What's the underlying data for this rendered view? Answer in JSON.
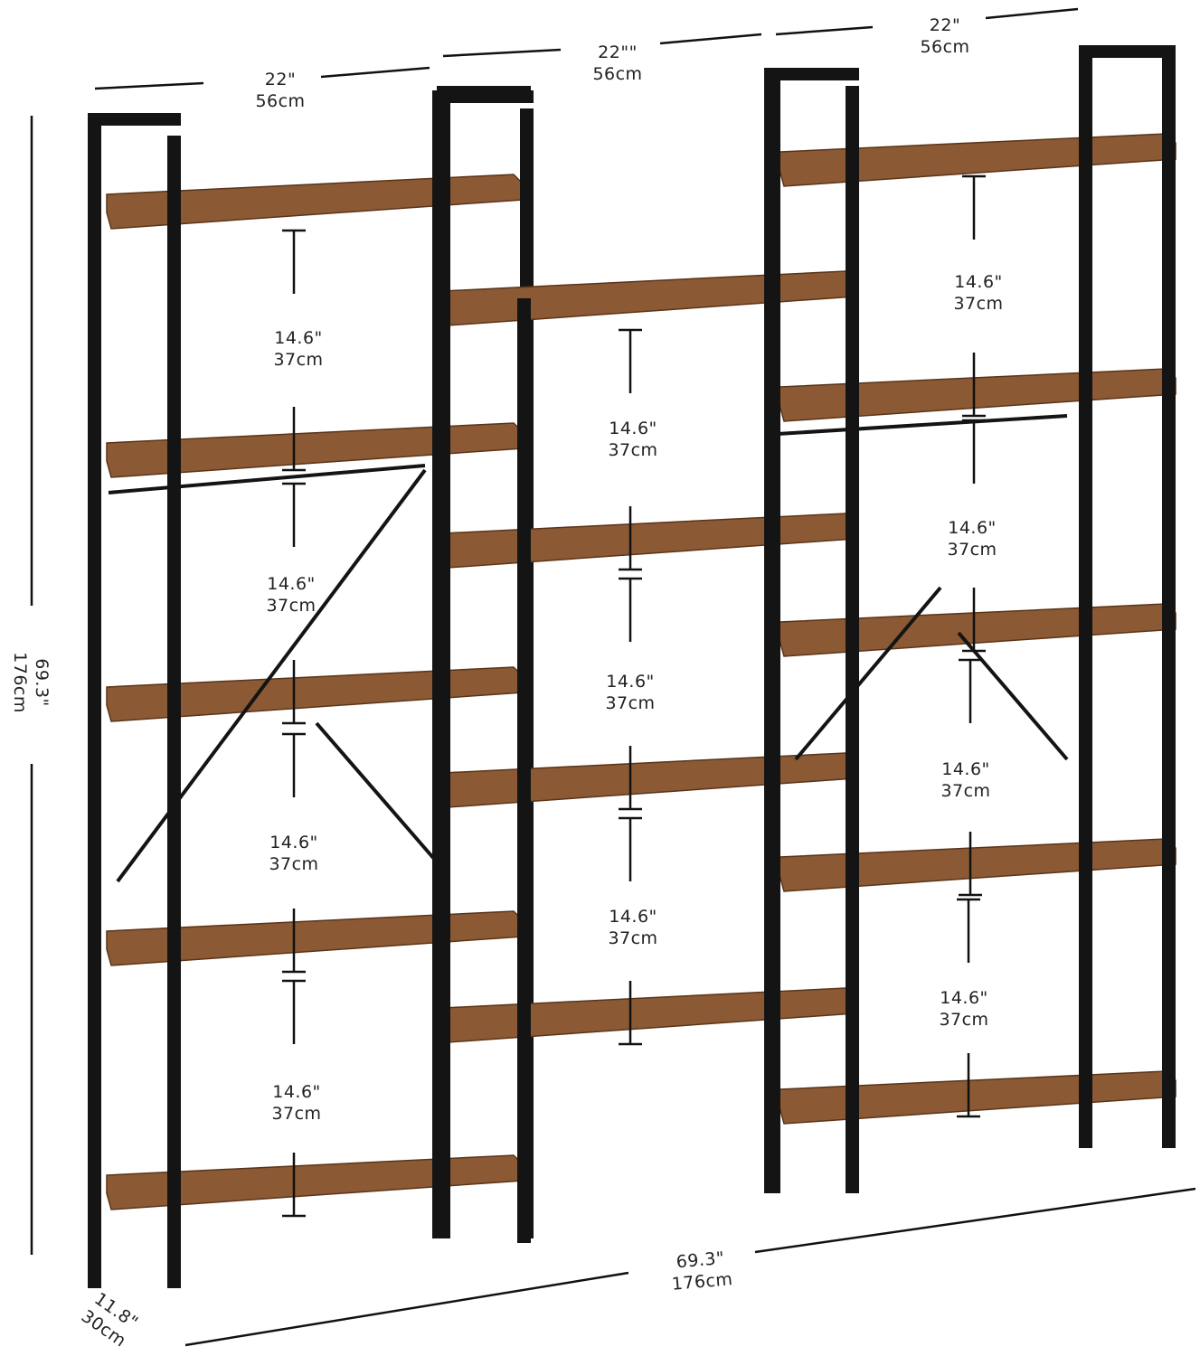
{
  "colors": {
    "frame": "#141414",
    "wood": "#8b5a34",
    "wood_dark": "#6e4426",
    "wood_edge": "#5a3419"
  },
  "dimensions": {
    "left_width": {
      "in": "22\"",
      "cm": "56cm"
    },
    "middle_width": {
      "in": "22\"\"",
      "cm": "56cm"
    },
    "right_width": {
      "in": "22\"",
      "cm": "56cm"
    },
    "height": {
      "in": "69.3\"",
      "cm": "176cm"
    },
    "total_width": {
      "in": "69.3\"",
      "cm": "176cm"
    },
    "depth": {
      "in": "11.8\"",
      "cm": "30cm"
    },
    "shelf_gap": {
      "in": "14.6\"",
      "cm": "37cm"
    }
  }
}
